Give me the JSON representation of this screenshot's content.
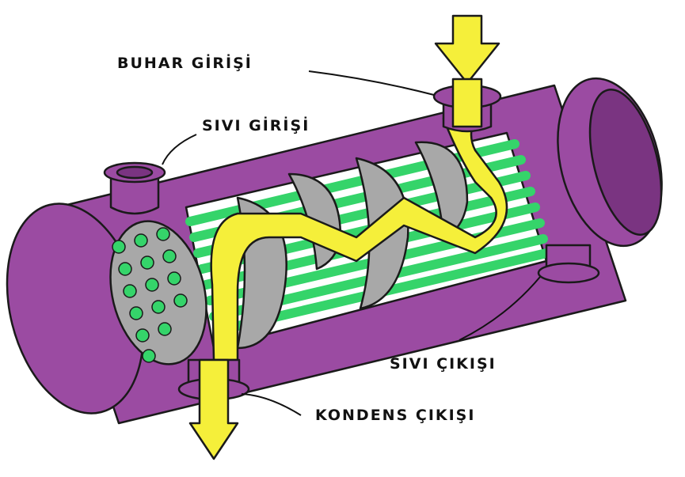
{
  "labels": {
    "steam_inlet": "BUHAR GİRİŞİ",
    "liquid_inlet": "SIVI GİRİŞİ",
    "liquid_outlet": "SIVI ÇIKIŞI",
    "condensate_outlet": "KONDENS ÇIKIŞI"
  },
  "colors": {
    "shell": "#9b4ba2",
    "shell_dark": "#7a3481",
    "tubes": "#35d46a",
    "steam": "#f5ef3a",
    "baffles": "#a8a8a8",
    "outline": "#1a1a1a"
  }
}
